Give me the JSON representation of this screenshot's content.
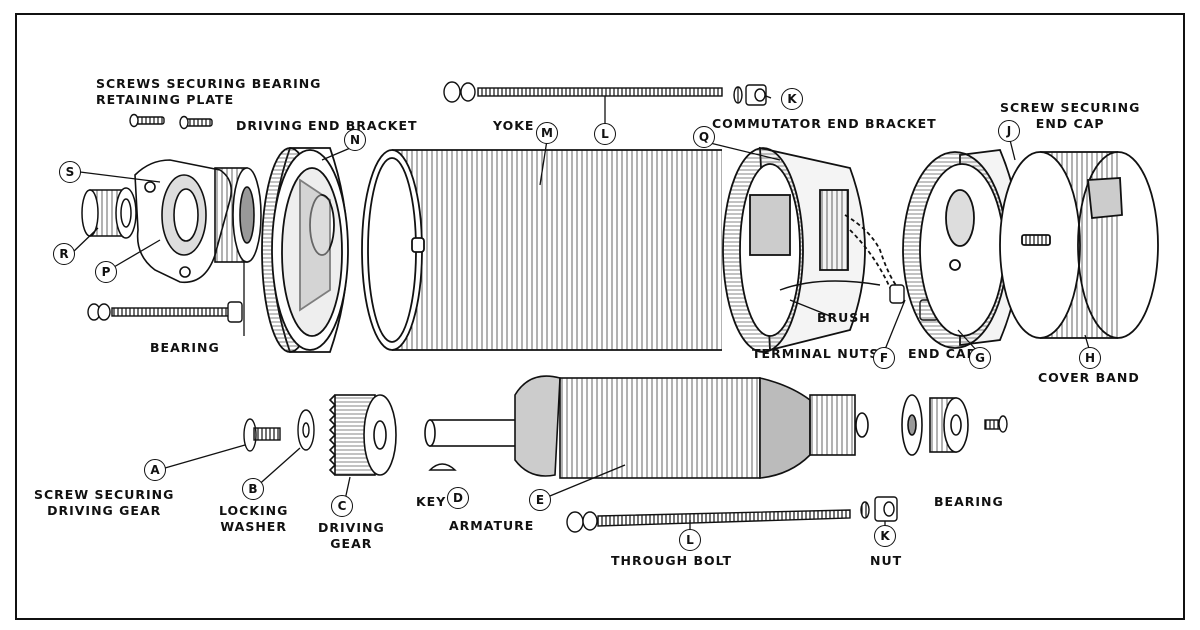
{
  "labels": {
    "screws_bearing_plate": "SCREWS SECURING BEARING\nRETAINING PLATE",
    "driving_end_bracket": "DRIVING END BRACKET",
    "yoke": "YOKE",
    "commutator_end_bracket": "COMMUTATOR END BRACKET",
    "screw_end_cap": "SCREW SECURING\nEND CAP",
    "bearing_top": "BEARING",
    "brush": "BRUSH",
    "terminal_nuts": "TERMINAL NUTS",
    "end_cap": "END CAP",
    "cover_band": "COVER BAND",
    "screw_driving_gear": "SCREW SECURING\nDRIVING GEAR",
    "locking_washer": "LOCKING\nWASHER",
    "driving_gear": "DRIVING\nGEAR",
    "key": "KEY",
    "armature": "ARMATURE",
    "through_bolt": "THROUGH BOLT",
    "nut": "NUT",
    "bearing_bottom": "BEARING"
  },
  "callouts": {
    "S": "S",
    "R": "R",
    "P": "P",
    "N": "N",
    "M": "M",
    "L_top": "L",
    "K_top": "K",
    "Q": "Q",
    "J": "J",
    "F": "F",
    "G": "G",
    "H": "H",
    "A": "A",
    "B": "B",
    "C": "C",
    "D": "D",
    "E": "E",
    "L_bottom": "L",
    "K_bottom": "K"
  }
}
